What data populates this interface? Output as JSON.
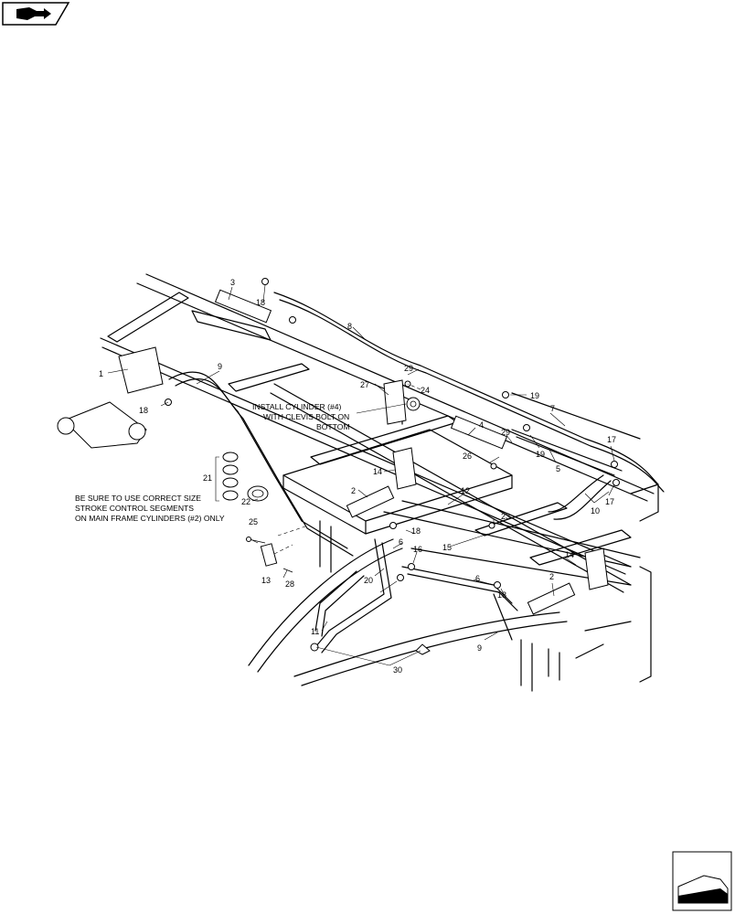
{
  "callouts": [
    "1",
    "2",
    "3",
    "4",
    "5",
    "6",
    "7",
    "8",
    "9",
    "10",
    "11",
    "12",
    "13",
    "14",
    "15",
    "16",
    "17",
    "18",
    "19",
    "20",
    "21",
    "22",
    "23",
    "24",
    "25",
    "26",
    "27",
    "28",
    "29",
    "30"
  ],
  "notes": {
    "install_line1": "INSTALL CYLINDER (#4)",
    "install_line2": "WITH CLEVIS BOLT ON",
    "install_line3": "BOTTOM",
    "stroke_line1": "BE SURE TO USE CORRECT SIZE",
    "stroke_line2": "STROKE CONTROL SEGMENTS",
    "stroke_line3": "ON MAIN FRAME CYLINDERS (#2) ONLY"
  },
  "icons": {
    "top_left": "book-arrow-icon",
    "bottom_right": "page-turn-icon"
  }
}
